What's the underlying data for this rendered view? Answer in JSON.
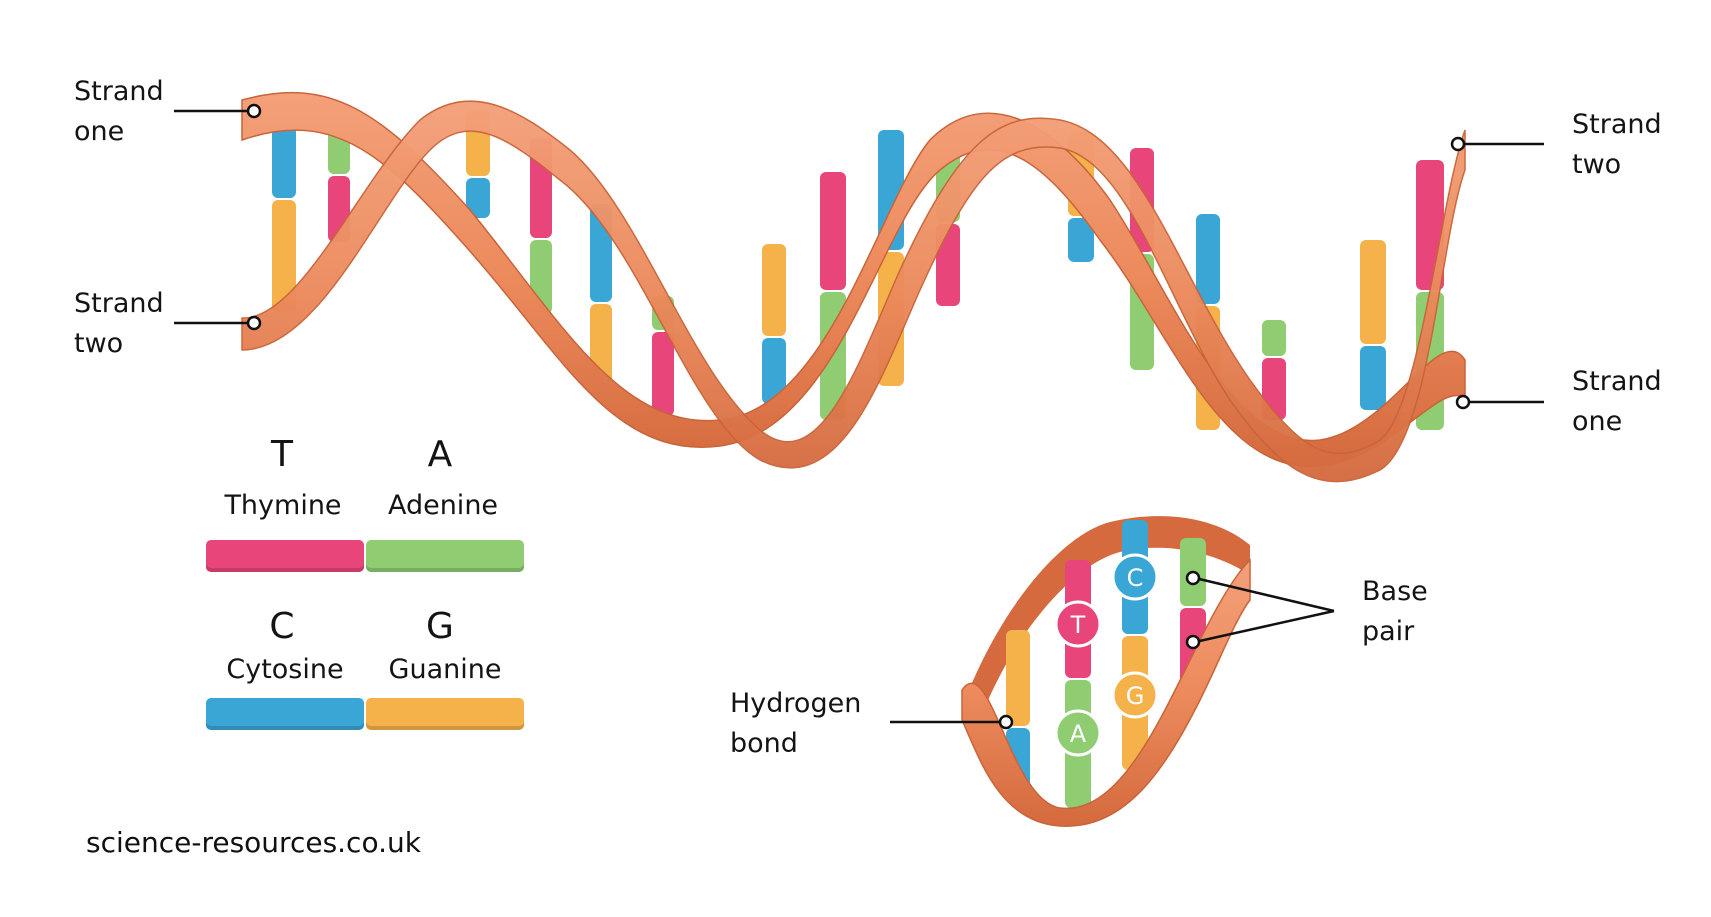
{
  "labels": {
    "strand_one_left": [
      "Strand",
      "one"
    ],
    "strand_two_left": [
      "Strand",
      "two"
    ],
    "strand_two_right": [
      "Strand",
      "two"
    ],
    "strand_one_right": [
      "Strand",
      "one"
    ],
    "base_pair": [
      "Base",
      "pair"
    ],
    "hydrogen_bond": [
      "Hydrogen",
      "bond"
    ]
  },
  "legend": [
    {
      "letter": "T",
      "name": "Thymine",
      "color": "#e8457a"
    },
    {
      "letter": "A",
      "name": "Adenine",
      "color": "#8fcc72"
    },
    {
      "letter": "C",
      "name": "Cytosine",
      "color": "#3aa6d6"
    },
    {
      "letter": "G",
      "name": "Guanine",
      "color": "#f5b24a"
    }
  ],
  "detail_bases": [
    "T",
    "C",
    "G",
    "A"
  ],
  "colors": {
    "backbone": "#ec8a5c",
    "backbone_dark": "#c8643a",
    "thymine": "#e8457a",
    "adenine": "#8fcc72",
    "cytosine": "#3aa6d6",
    "guanine": "#f5b24a"
  },
  "credit": "science-resources.co.uk"
}
